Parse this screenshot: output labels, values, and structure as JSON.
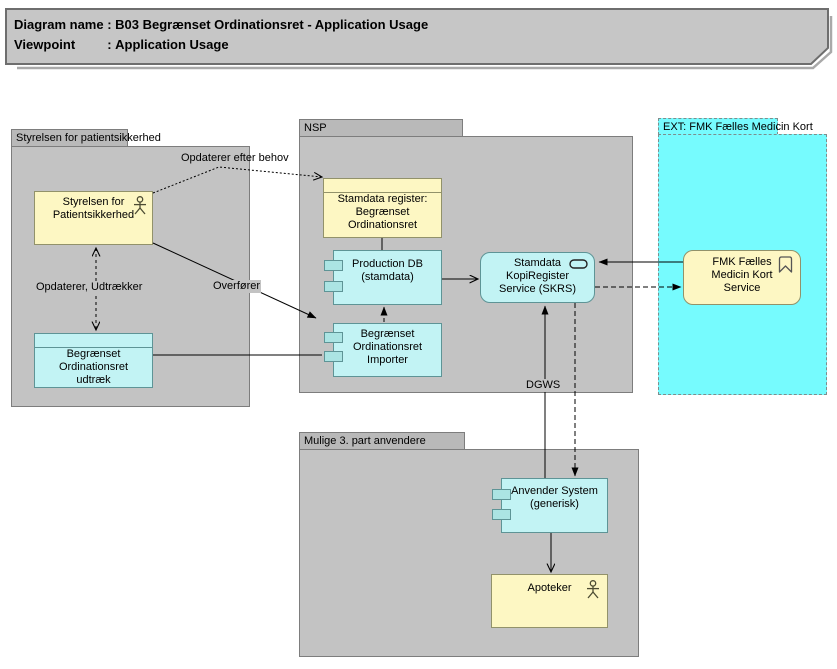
{
  "title": {
    "rows": [
      {
        "label": "Diagram name",
        "value": "B03 Begrænset Ordinationsret - Application Usage"
      },
      {
        "label": "Viewpoint",
        "value": "Application Usage"
      }
    ]
  },
  "groups": {
    "styrelsen": {
      "label": "Styrelsen for patientsikkerhed"
    },
    "nsp": {
      "label": "NSP"
    },
    "fmk": {
      "label": "EXT: FMK Fælles Medicin Kort"
    },
    "mulige": {
      "label": "Mulige 3. part anvendere"
    }
  },
  "nodes": {
    "styrelsen_actor": {
      "label": "Styrelsen for Patientsikkerhed",
      "type": "actor"
    },
    "udtraek": {
      "label": "Begrænset Ordinationsret udtræk",
      "type": "data-object"
    },
    "stamdata_register": {
      "label": "Stamdata register: Begrænset Ordinationsret",
      "type": "data-object"
    },
    "production_db": {
      "label": "Production DB (stamdata)",
      "type": "component"
    },
    "importer": {
      "label": "Begrænset Ordinationsret Importer",
      "type": "component"
    },
    "skrs": {
      "label": "Stamdata KopiRegister Service (SKRS)",
      "type": "service"
    },
    "fmk_service": {
      "label": "FMK Fælles Medicin Kort Service",
      "type": "service"
    },
    "anvender": {
      "label": "Anvender System (generisk)",
      "type": "component"
    },
    "apoteker": {
      "label": "Apoteker",
      "type": "actor"
    }
  },
  "edge_labels": {
    "opdaterer_efter_behov": "Opdaterer efter behov",
    "opdaterer_udtraekker": "Opdaterer, Udtrækker",
    "overfoerer": "Overfører",
    "dgws": "DGWS"
  },
  "colors": {
    "group_gray": "#c3c3c3",
    "group_tab_gray": "#b9b9b9",
    "ext_group_cyan": "#76fbfe",
    "node_yellow": "#fdf7c3",
    "node_cyan": "#c2f3f4",
    "note_gray": "#c6c6c6",
    "edge_black": "#000000"
  }
}
